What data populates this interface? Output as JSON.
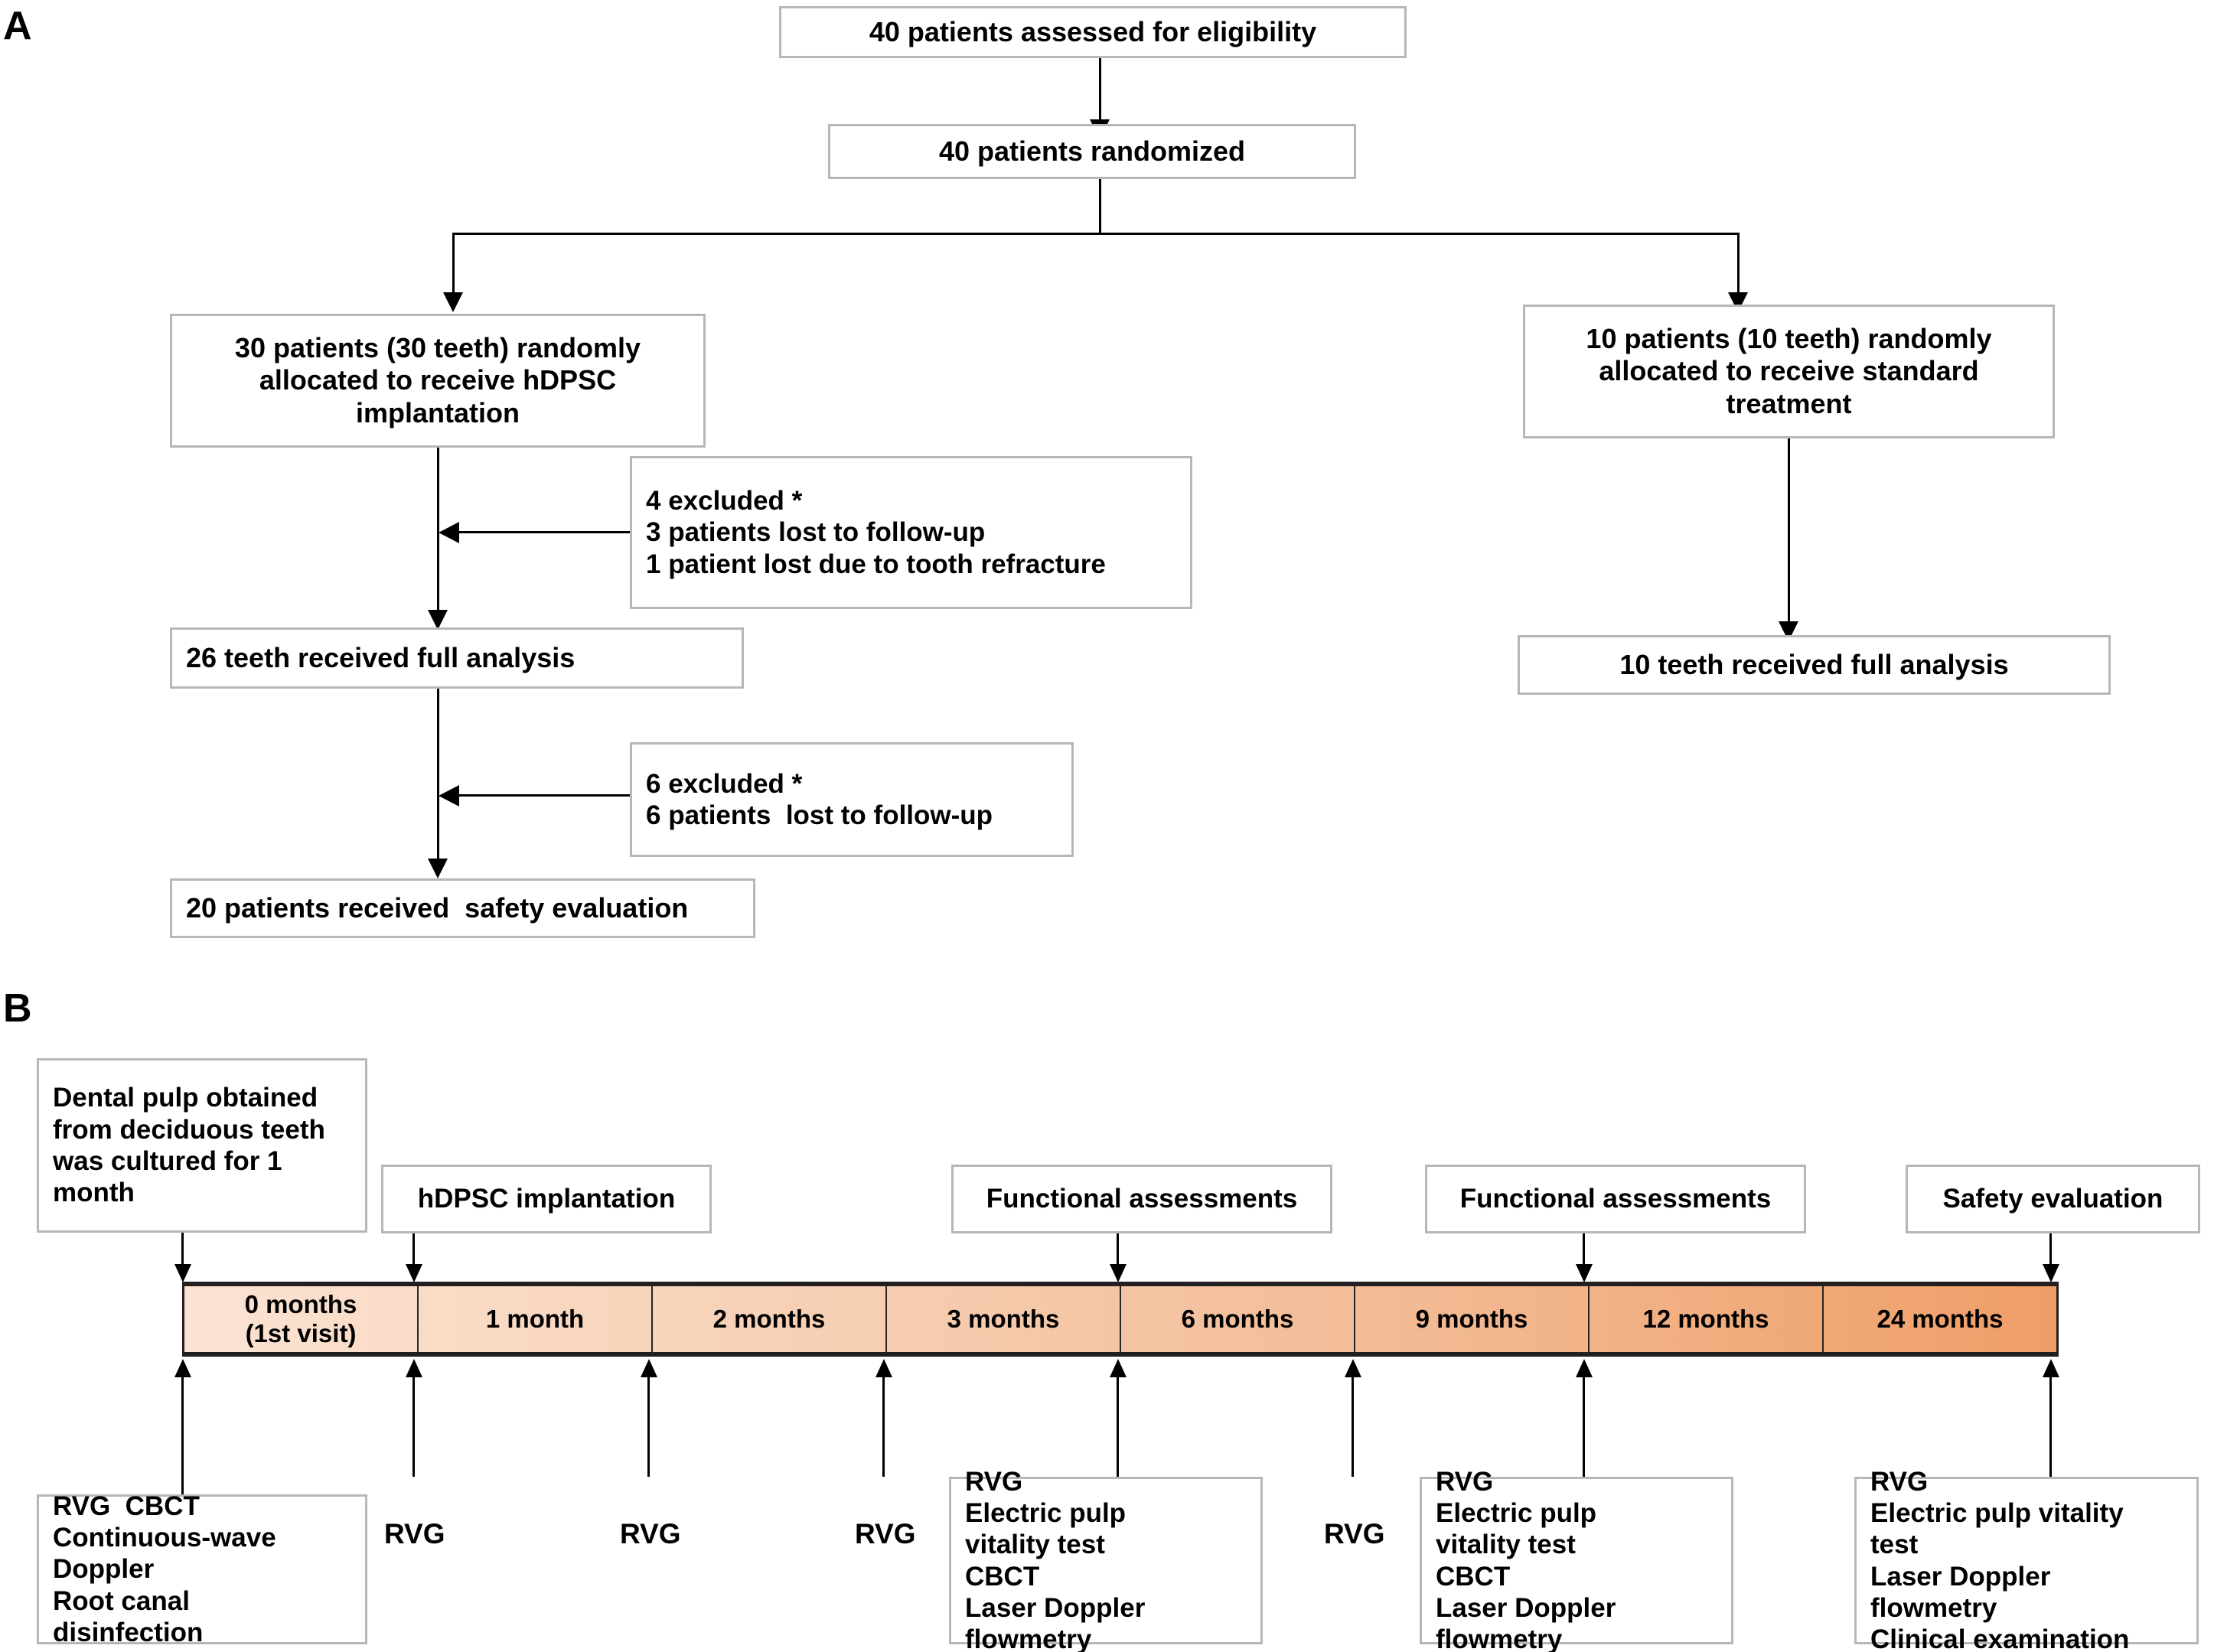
{
  "figure": {
    "panel_a_letter": "A",
    "panel_b_letter": "B"
  },
  "panel_a": {
    "nodes": {
      "eligibility": "40 patients assessed for eligibility",
      "randomized": "40 patients randomized",
      "alloc_left": "30 patients (30 teeth) randomly allocated to receive hDPSC implantation",
      "alloc_right": "10 patients (10 teeth) randomly allocated to receive standard treatment",
      "excluded_1": "4 excluded *\n3 patients lost to follow-up\n1 patient lost due to tooth refracture",
      "analysis_left": "26 teeth received full analysis",
      "analysis_right": "10 teeth received full analysis",
      "excluded_2": "6 excluded *\n6 patients  lost to follow-up",
      "safety": "20 patients received  safety evaluation"
    }
  },
  "panel_b": {
    "callouts": [
      {
        "id": "dental-pulp",
        "text": "Dental pulp obtained from deciduous teeth was cultured for 1 month"
      },
      {
        "id": "hdpsc-implantation",
        "text": "hDPSC implantation"
      },
      {
        "id": "functional-assessments-3m",
        "text": "Functional assessments"
      },
      {
        "id": "functional-assessments-9m",
        "text": "Functional assessments"
      },
      {
        "id": "safety-evaluation",
        "text": "Safety evaluation"
      }
    ],
    "timeline_segments": [
      "0 months\n(1st visit)",
      "1 month",
      "2 months",
      "3 months",
      "6 months",
      "9 months",
      "12 months",
      "24 months"
    ],
    "rvg_labels": [
      "RVG",
      "RVG",
      "RVG",
      "RVG"
    ],
    "detail_boxes": [
      {
        "id": "baseline-procedures",
        "text": "RVG  CBCT\nContinuous-wave\nDoppler\nRoot canal\ndisinfection"
      },
      {
        "id": "assessments-3-months",
        "text": "RVG\nElectric pulp\nvitality test\nCBCT\nLaser Doppler\nflowmetry"
      },
      {
        "id": "assessments-9-months",
        "text": "RVG\nElectric pulp\nvitality test\nCBCT\nLaser Doppler\nflowmetry"
      },
      {
        "id": "assessments-24-months",
        "text": "RVG\nElectric pulp vitality\ntest\nLaser Doppler\nflowmetry\nClinical examination"
      }
    ]
  },
  "colors": {
    "box_border": "#b7b7b7",
    "timeline_border": "#231f20",
    "timeline_start": "#fbe3d2",
    "timeline_end": "#ef9e68",
    "line": "#000000"
  }
}
